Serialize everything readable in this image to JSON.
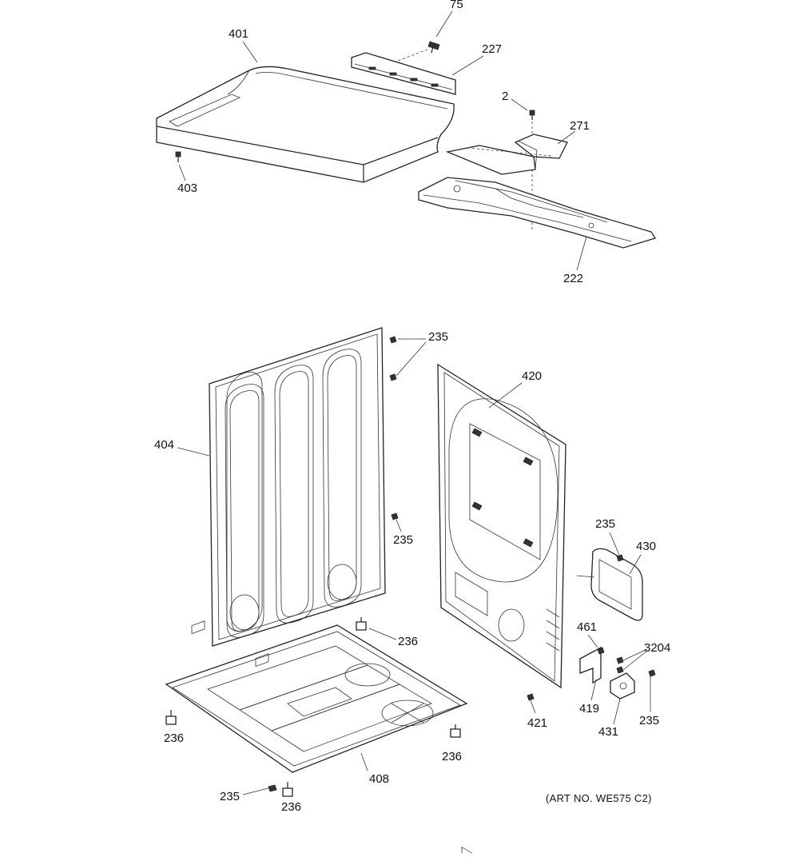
{
  "diagram": {
    "labels": {
      "p75": "75",
      "p401": "401",
      "p227": "227",
      "p2": "2",
      "p271": "271",
      "p403": "403",
      "p222": "222",
      "p235a": "235",
      "p420": "420",
      "p404": "404",
      "p235b": "235",
      "p235c": "235",
      "p430": "430",
      "p236a": "236",
      "p461": "461",
      "p3204": "3204",
      "p419": "419",
      "p421": "421",
      "p431": "431",
      "p235d": "235",
      "p236b": "236",
      "p236c": "236",
      "p408": "408",
      "p235e": "235",
      "p236d": "236"
    },
    "art_number": "(ART NO. WE575 C2)"
  },
  "colors": {
    "line": "#222222",
    "background": "#ffffff"
  }
}
